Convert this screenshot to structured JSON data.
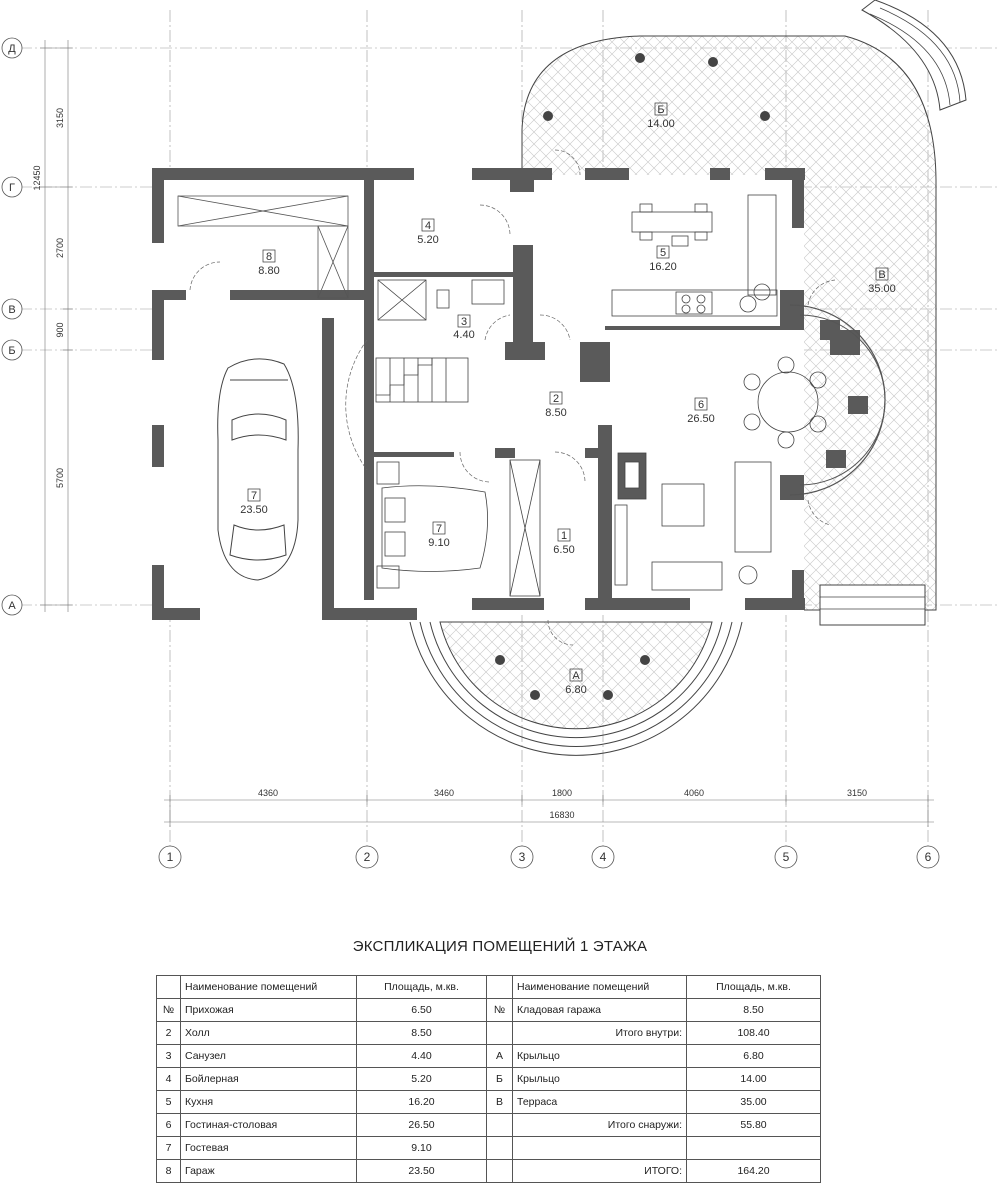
{
  "rooms": [
    {
      "num": "1",
      "area": "6.50"
    },
    {
      "num": "2",
      "area": "8.50"
    },
    {
      "num": "3",
      "area": "4.40"
    },
    {
      "num": "4",
      "area": "5.20"
    },
    {
      "num": "5",
      "area": "16.20"
    },
    {
      "num": "6",
      "area": "26.50"
    },
    {
      "num": "7",
      "area": "9.10"
    },
    {
      "num": "7",
      "area": "23.50"
    },
    {
      "num": "8",
      "area": "8.80"
    },
    {
      "num": "А",
      "area": "6.80"
    },
    {
      "num": "Б",
      "area": "14.00"
    },
    {
      "num": "В",
      "area": "35.00"
    }
  ],
  "axes_letters": [
    "Д",
    "Г",
    "В",
    "Б",
    "А"
  ],
  "axes_numbers": [
    "1",
    "2",
    "3",
    "4",
    "5",
    "6"
  ],
  "dims_left": [
    "3150",
    "2700",
    "900",
    "5700",
    "12450"
  ],
  "dims_bottom": [
    "4360",
    "3460",
    "1800",
    "4060",
    "3150"
  ],
  "dim_total": "16830",
  "table": {
    "title": "ЭКСПЛИКАЦИЯ ПОМЕЩЕНИЙ 1 ЭТАЖА",
    "headers": {
      "name": "Наименование помещений",
      "area": "Площадь, м.кв."
    },
    "rows": [
      {
        "n": "№",
        "name": "Прихожая",
        "area": "6.50",
        "n2": "№",
        "name2": "Кладовая гаража",
        "area2": "8.50"
      },
      {
        "n": "2",
        "name": "Холл",
        "area": "8.50",
        "n2": "",
        "name2": "Итого внутри:",
        "area2": "108.40"
      },
      {
        "n": "3",
        "name": "Санузел",
        "area": "4.40",
        "n2": "А",
        "name2": "Крыльцо",
        "area2": "6.80"
      },
      {
        "n": "4",
        "name": "Бойлерная",
        "area": "5.20",
        "n2": "Б",
        "name2": "Крыльцо",
        "area2": "14.00"
      },
      {
        "n": "5",
        "name": "Кухня",
        "area": "16.20",
        "n2": "В",
        "name2": "Терраса",
        "area2": "35.00"
      },
      {
        "n": "6",
        "name": "Гостиная-столовая",
        "area": "26.50",
        "n2": "",
        "name2": "Итого снаружи:",
        "area2": "55.80"
      },
      {
        "n": "7",
        "name": "Гостевая",
        "area": "9.10",
        "n2": "",
        "name2": "",
        "area2": ""
      },
      {
        "n": "8",
        "name": "Гараж",
        "area": "23.50",
        "n2": "",
        "name2": "ИТОГО:",
        "area2": "164.20"
      }
    ]
  }
}
